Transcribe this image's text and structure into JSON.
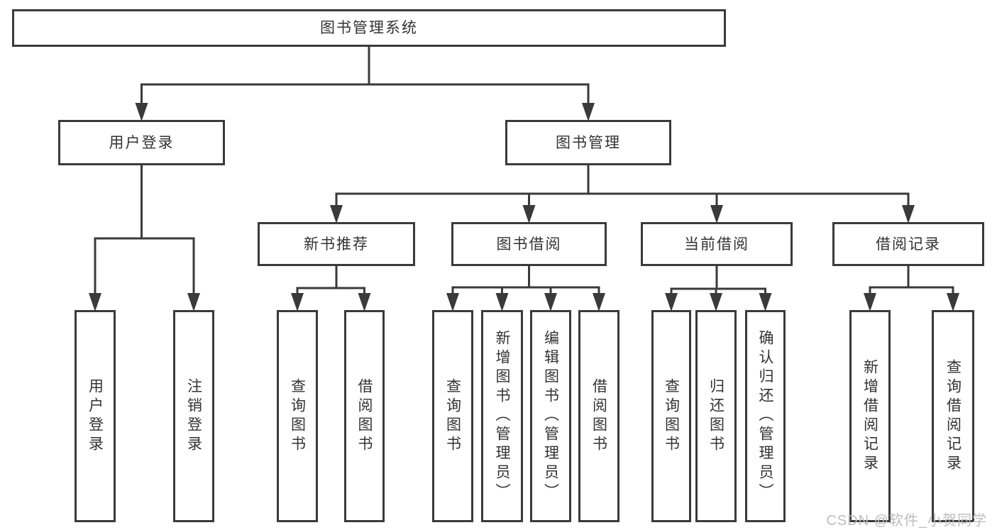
{
  "diagram": {
    "title": "图书管理系统",
    "nodes": [
      {
        "id": "root",
        "label": "图书管理系统",
        "parent": null
      },
      {
        "id": "user-login",
        "label": "用户登录",
        "parent": "root"
      },
      {
        "id": "book-mgmt",
        "label": "图书管理",
        "parent": "root"
      },
      {
        "id": "login",
        "label": "用户登录",
        "parent": "user-login"
      },
      {
        "id": "logout",
        "label": "注销登录",
        "parent": "user-login"
      },
      {
        "id": "new-book-rec",
        "label": "新书推荐",
        "parent": "book-mgmt"
      },
      {
        "id": "book-borrow",
        "label": "图书借阅",
        "parent": "book-mgmt"
      },
      {
        "id": "current-borrow",
        "label": "当前借阅",
        "parent": "book-mgmt"
      },
      {
        "id": "borrow-records",
        "label": "借阅记录",
        "parent": "book-mgmt"
      },
      {
        "id": "nb-query",
        "label": "查询图书",
        "parent": "new-book-rec"
      },
      {
        "id": "nb-borrow",
        "label": "借阅图书",
        "parent": "new-book-rec"
      },
      {
        "id": "bb-query",
        "label": "查询图书",
        "parent": "book-borrow"
      },
      {
        "id": "bb-add",
        "label": "新增图书（管理员）",
        "parent": "book-borrow"
      },
      {
        "id": "bb-edit",
        "label": "编辑图书（管理员）",
        "parent": "book-borrow"
      },
      {
        "id": "bb-borrow",
        "label": "借阅图书",
        "parent": "book-borrow"
      },
      {
        "id": "cb-query",
        "label": "查询图书",
        "parent": "current-borrow"
      },
      {
        "id": "cb-return",
        "label": "归还图书",
        "parent": "current-borrow"
      },
      {
        "id": "cb-confirm",
        "label": "确认归还（管理员）",
        "parent": "current-borrow"
      },
      {
        "id": "br-add",
        "label": "新增借阅记录",
        "parent": "borrow-records"
      },
      {
        "id": "br-query",
        "label": "查询借阅记录",
        "parent": "borrow-records"
      }
    ]
  },
  "watermark": {
    "text": "CSDN @软件_小贺同学"
  },
  "colors": {
    "line": "#3a3a3a",
    "text": "#333333",
    "box_background": "#ffffff",
    "watermark": "#bdbdbd",
    "background": "#ffffff"
  }
}
